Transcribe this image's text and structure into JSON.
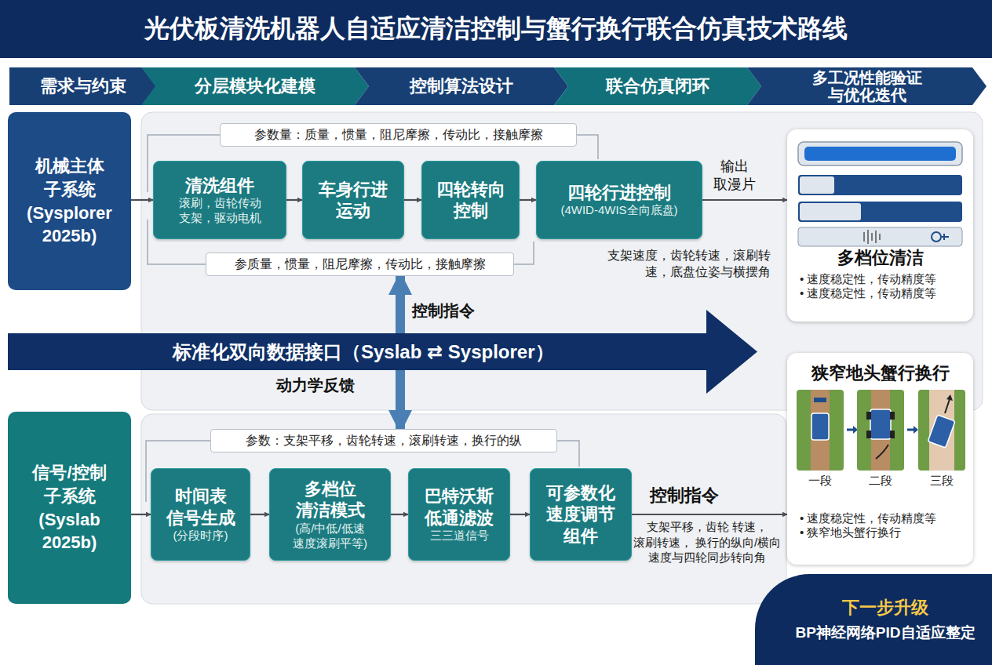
{
  "diagram": {
    "title": "光伏板清洗机器人自适应清洁控制与蟹行换行联合仿真技术路线",
    "nodes": [
      {
        "text": [
          "需求与约束"
        ]
      },
      {
        "text": [
          "分层模块化建模"
        ]
      },
      {
        "text": [
          "控制算法设计"
        ]
      },
      {
        "text": [
          "联合仿真闭环"
        ]
      },
      {
        "text": [
          "多工况性能验证 与优化迭代"
        ]
      },
      {
        "text": [
          "机械主体 子系统 (Sysplorer 2025b)"
        ]
      },
      {
        "text": [
          "参数量：质量，惯量，阻尼摩擦，传动比，接触摩擦"
        ]
      },
      {
        "text": [
          "清洗组件",
          "滚刷，齿轮传动 支架，驱动电机"
        ]
      },
      {
        "text": [
          "车身行进 运动"
        ]
      },
      {
        "text": [
          "四轮转向 控制"
        ]
      },
      {
        "text": [
          "四轮行进控制",
          "(4WID-4WIS全向底盘)"
        ]
      },
      {
        "text": [
          "参质量，惯量，阻尼摩擦，传动比，接触摩擦"
        ]
      },
      {
        "text": [
          "多档位清洁",
          "• 速度稳定性，传动精度等",
          "• 速度稳定性，传动精度等"
        ]
      },
      {
        "text": [
          "标准化双向数据接口（Syslab ⇄ Sysplorer）"
        ]
      },
      {
        "text": [
          "信号/控制 子系统 (Syslab 2025b)"
        ]
      },
      {
        "text": [
          "参数：支架平移，齿轮转速，滚刷转速，换行的纵"
        ]
      },
      {
        "text": [
          "时间表 信号生成",
          "(分段时序)"
        ]
      },
      {
        "text": [
          "多档位 清洁模式",
          "(高/中低/低速 速度滚刷平等)"
        ]
      },
      {
        "text": [
          "巴特沃斯 低通滤波",
          "三三道信号"
        ]
      },
      {
        "text": [
          "可参数化 速度调节 组件"
        ]
      },
      {
        "text": [
          "狭窄地头蟹行换行",
          "• 速度稳定性，传动精度等",
          "• 狭窄地头蟹行换行"
        ]
      },
      {
        "text": [
          "下一步升级",
          "BP神经网络PID自适应整定"
        ]
      }
    ],
    "edges": [
      {
        "from": 5,
        "to": 7,
        "arrow": "to"
      },
      {
        "from": 7,
        "to": 8,
        "arrow": "to"
      },
      {
        "from": 8,
        "to": 9,
        "arrow": "to"
      },
      {
        "from": 9,
        "to": 10,
        "arrow": "to"
      },
      {
        "from": 10,
        "to": 12,
        "label": "输出 取漫片",
        "arrow": "to"
      },
      {
        "from": 13,
        "to": 11,
        "label": "控制指令",
        "arrow": "to"
      },
      {
        "from": 13,
        "to": 15,
        "label": "动力学反馈",
        "arrow": "to"
      },
      {
        "from": 14,
        "to": 16,
        "arrow": "to"
      },
      {
        "from": 16,
        "to": 17,
        "arrow": "to"
      },
      {
        "from": 17,
        "to": 18,
        "arrow": "to"
      },
      {
        "from": 18,
        "to": 19,
        "arrow": "to"
      },
      {
        "from": 19,
        "to": 20,
        "label": "控制指令",
        "arrow": "to"
      }
    ],
    "labels": [
      "支架速度，齿轮转速，滚刷转速，底盘位姿与横摆角",
      "支架平移，齿轮 转速，滚刷转速， 换行的纵向/横向 速度与四轮同步转向角",
      "一段",
      "二段",
      "三段"
    ]
  }
}
